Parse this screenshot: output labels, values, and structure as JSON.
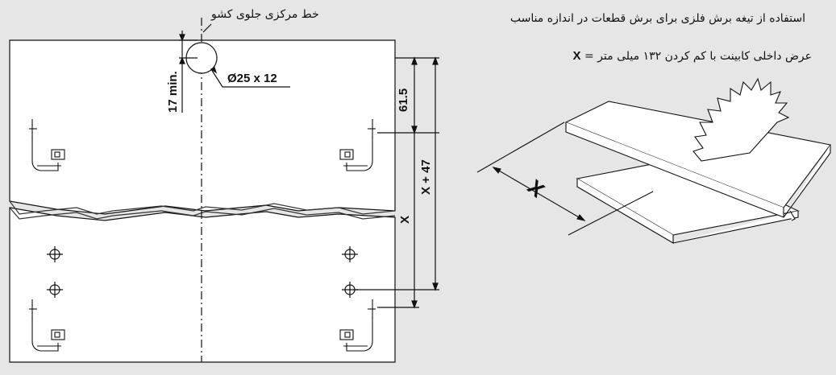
{
  "labels": {
    "center_line": "خط مرکزی جلوی کشو",
    "hole": "Ø25 x 12",
    "min17": "17 min.",
    "dim615": "61.5",
    "dimx47": "X + 47",
    "dimx": "X",
    "cut_note": "استفاده از تیغه برش فلزی برای برش قطعات در اندازه مناسب",
    "x_key": "X",
    "x_def": "عرض داخلی کابینت با کم کردن ۱۳۲ میلی متر",
    "diagram_x": "X"
  }
}
